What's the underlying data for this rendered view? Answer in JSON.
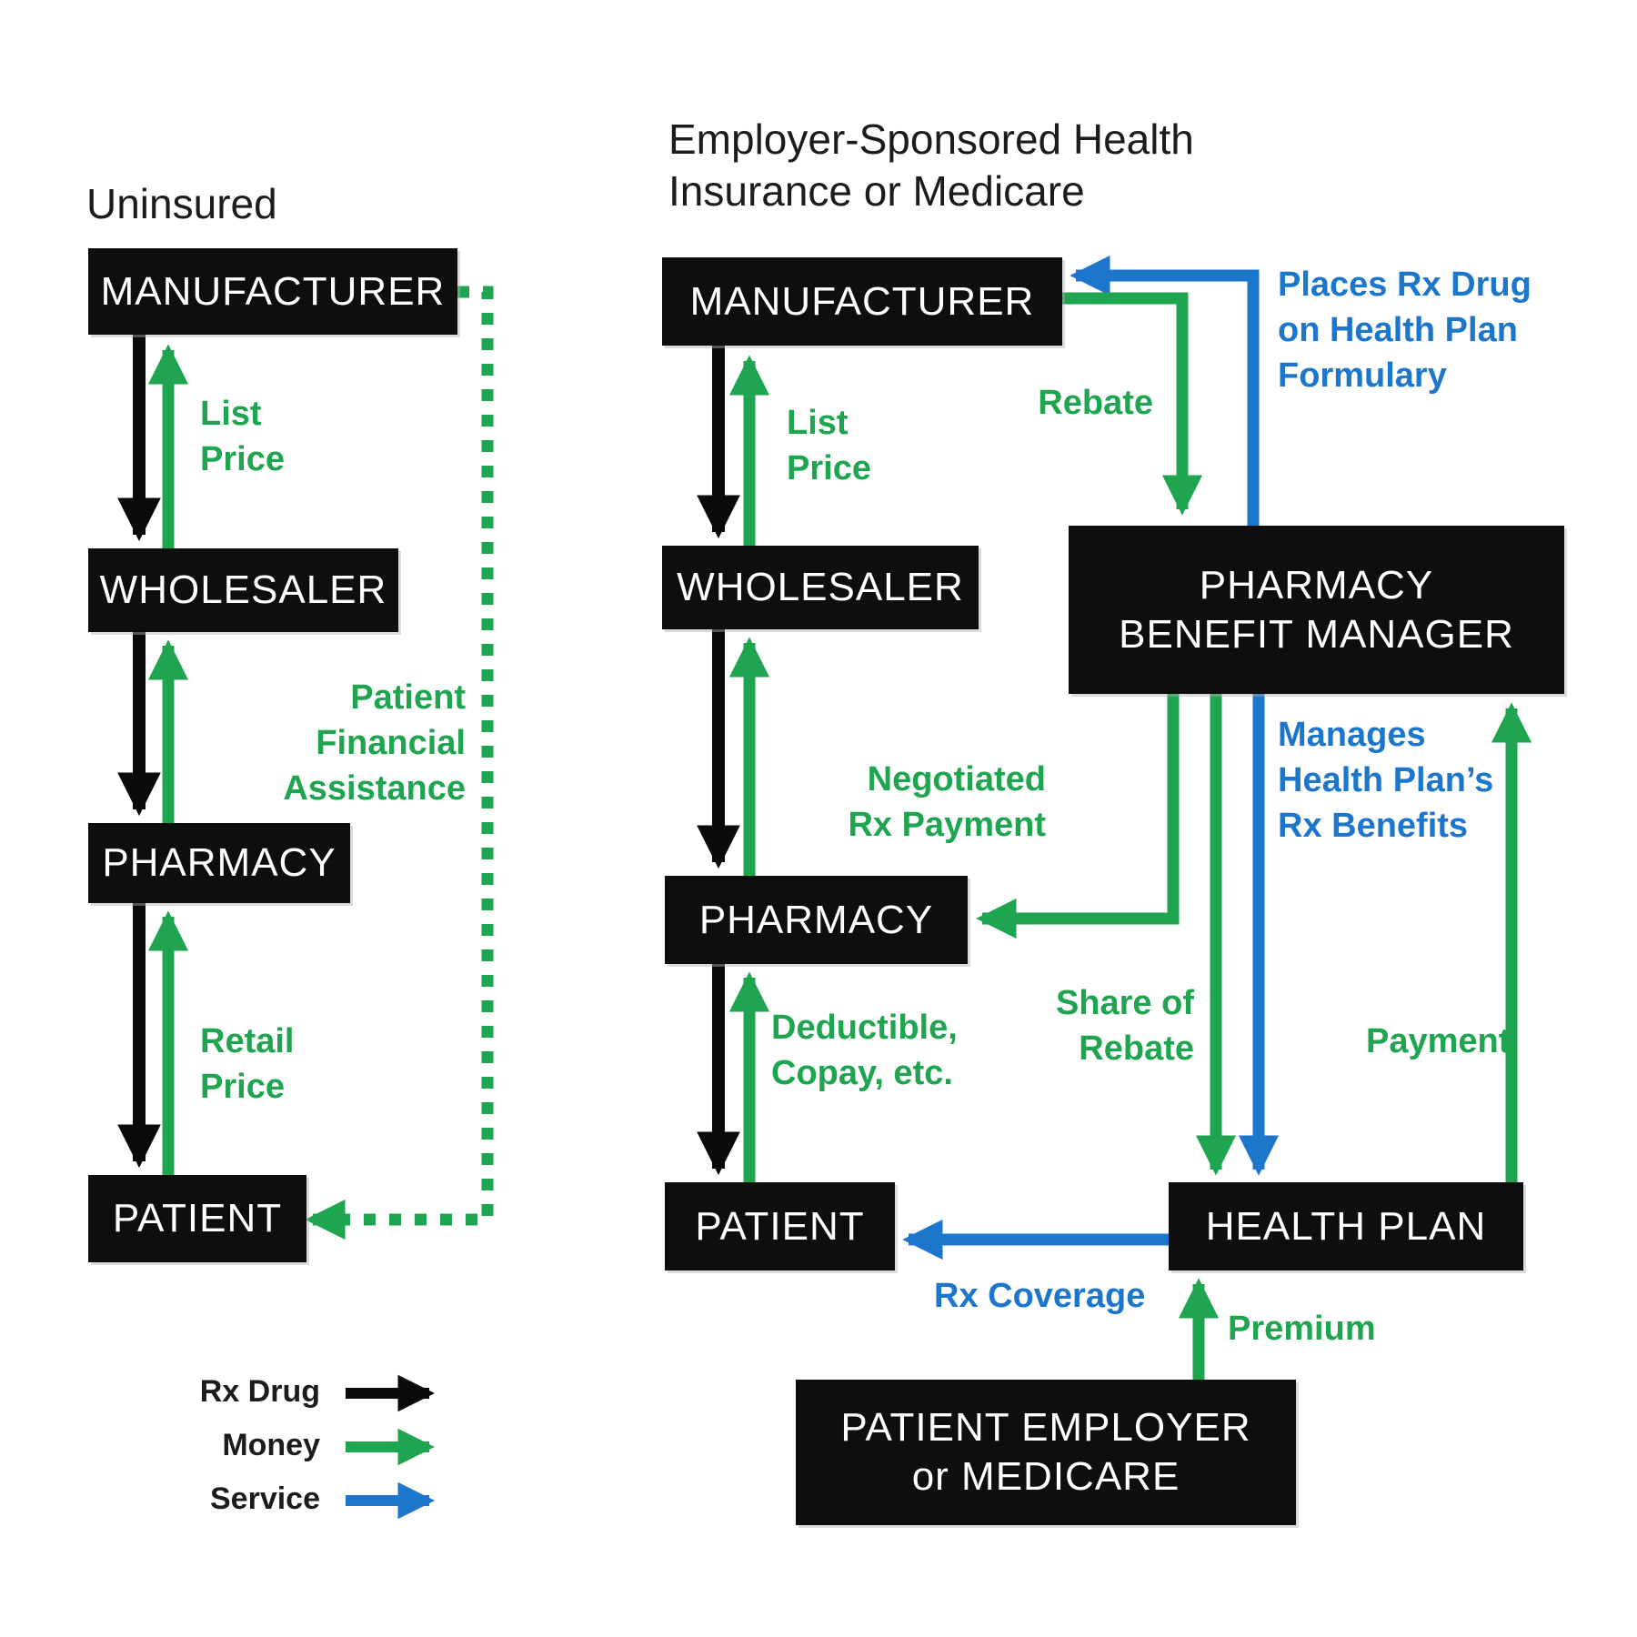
{
  "colors": {
    "rx_drug": "#0a0a0a",
    "money": "#1fa550",
    "service": "#1b76cc"
  },
  "uninsured": {
    "title": "Uninsured",
    "nodes": {
      "manufacturer": "MANUFACTURER",
      "wholesaler": "WHOLESALER",
      "pharmacy": "PHARMACY",
      "patient": "PATIENT"
    },
    "labels": {
      "list_price": "List\nPrice",
      "retail_price": "Retail\nPrice",
      "patient_financial_assistance": "Patient\nFinancial\nAssistance"
    }
  },
  "insured": {
    "title": "Employer-Sponsored Health\nInsurance or Medicare",
    "nodes": {
      "manufacturer": "MANUFACTURER",
      "wholesaler": "WHOLESALER",
      "pharmacy": "PHARMACY",
      "patient": "PATIENT",
      "pbm": "PHARMACY\nBENEFIT MANAGER",
      "health_plan": "HEALTH PLAN",
      "employer": "PATIENT EMPLOYER\nor MEDICARE"
    },
    "labels": {
      "list_price": "List\nPrice",
      "rebate": "Rebate",
      "formulary": "Places Rx Drug\non Health Plan\nFormulary",
      "negotiated_rx_payment": "Negotiated\nRx Payment",
      "manages_benefits": "Manages\nHealth Plan’s\nRx Benefits",
      "deductible_copay": "Deductible,\nCopay, etc.",
      "share_of_rebate": "Share of\nRebate",
      "payment": "Payment",
      "rx_coverage": "Rx Coverage",
      "premium": "Premium"
    }
  },
  "legend": {
    "items": [
      {
        "label": "Rx Drug",
        "color": "#0a0a0a"
      },
      {
        "label": "Money",
        "color": "#1fa550"
      },
      {
        "label": "Service",
        "color": "#1b76cc"
      }
    ]
  }
}
